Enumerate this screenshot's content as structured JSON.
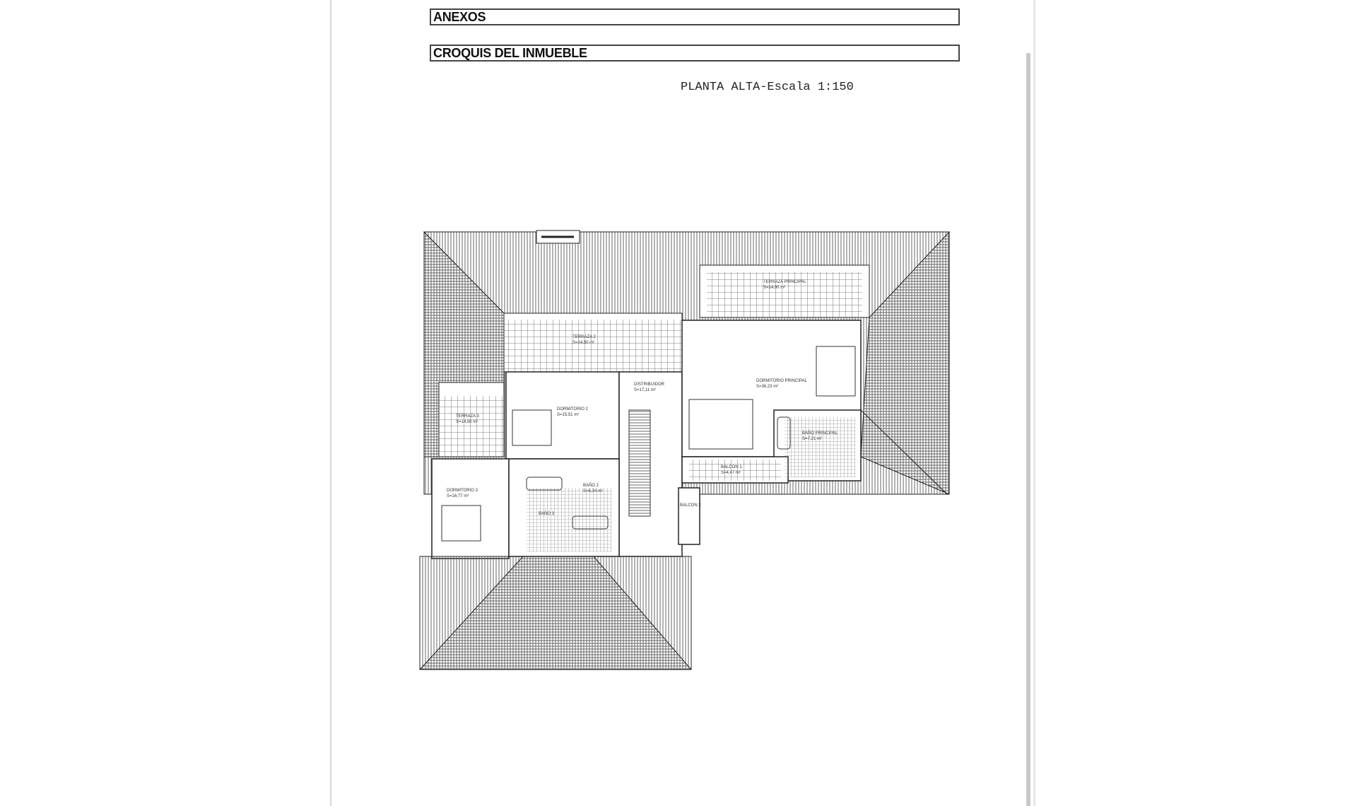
{
  "header": {
    "annex": "ANEXOS",
    "sketch": "CROQUIS  DEL INMUEBLE"
  },
  "plan": {
    "title": "PLANTA ALTA-Escala 1:150",
    "rooms": [
      {
        "name": "TERRAZA PRINCIPAL",
        "area": "S=14,00 m²"
      },
      {
        "name": "TERRAZA 2",
        "area": "S=14,50 m²"
      },
      {
        "name": "TERRAZA 3",
        "area": "S=14,50 m²"
      },
      {
        "name": "DISTRIBUIDOR",
        "area": "S=17,11 m²"
      },
      {
        "name": "DORMITORIO 2",
        "area": "S=15,51 m²"
      },
      {
        "name": "DORMITORIO PRINCIPAL",
        "area": "S=36,23 m²"
      },
      {
        "name": "BAÑO PRINCIPAL",
        "area": "S=7,21 m²"
      },
      {
        "name": "BALCON 1",
        "area": "S=4,47 m²"
      },
      {
        "name": "BALCON 2",
        "area": ""
      },
      {
        "name": "BAÑO 2",
        "area": "S=6,34 m²"
      },
      {
        "name": "BAÑO 3",
        "area": ""
      },
      {
        "name": "DORMITORIO 3",
        "area": "S=16,77 m²"
      }
    ]
  }
}
